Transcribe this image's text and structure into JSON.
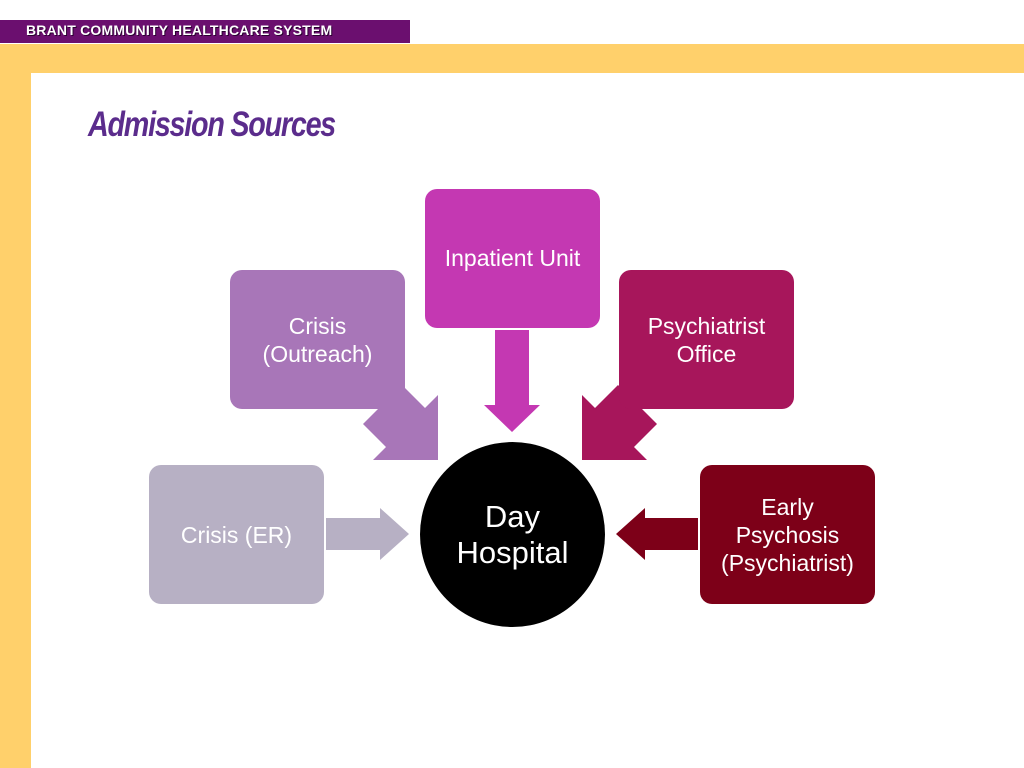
{
  "header": {
    "org_name": "BRANT COMMUNITY HEALTHCARE SYSTEM"
  },
  "slide": {
    "title": "Admission Sources"
  },
  "diagram": {
    "center": {
      "label": "Day\nHospital"
    },
    "sources": [
      {
        "id": "crisis-er",
        "label": "Crisis (ER)",
        "color": "#B7B0C4"
      },
      {
        "id": "crisis-outreach",
        "label": "Crisis\n(Outreach)",
        "color": "#A876B8"
      },
      {
        "id": "inpatient-unit",
        "label": "Inpatient Unit",
        "color": "#C438B2"
      },
      {
        "id": "psychiatrist-office",
        "label": "Psychiatrist\nOffice",
        "color": "#A7165B"
      },
      {
        "id": "early-psychosis",
        "label": "Early\nPsychosis\n(Psychiatrist)",
        "color": "#7D0018"
      }
    ]
  },
  "colors": {
    "frame": "#FFD06B",
    "brand_bar": "#6B0F6F",
    "title": "#5B2C8C",
    "center_fill": "#000000"
  }
}
